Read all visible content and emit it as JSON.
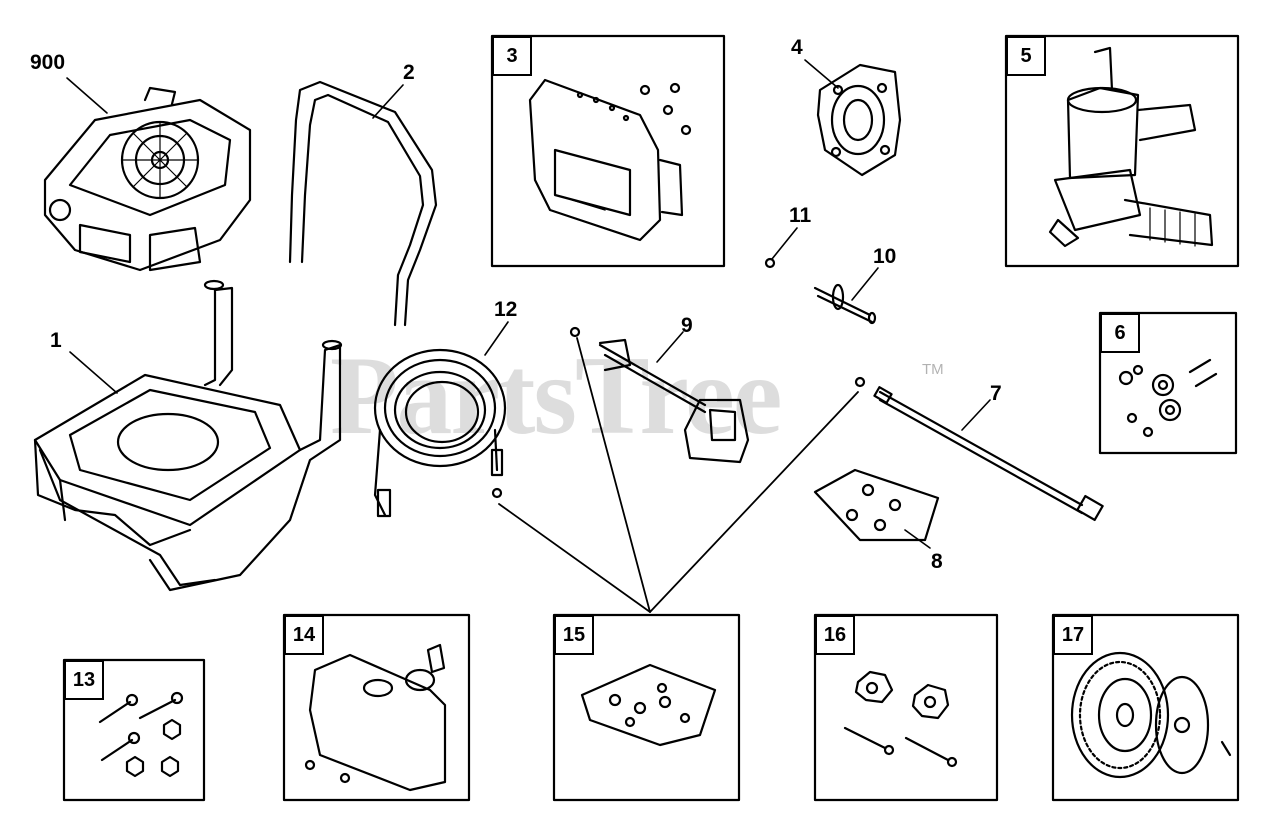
{
  "diagram": {
    "watermark": "PartsTree",
    "trademark": "TM",
    "callouts": [
      "900",
      "2",
      "4",
      "11",
      "10",
      "1",
      "12",
      "9",
      "7",
      "8"
    ],
    "box_labels": [
      "3",
      "5",
      "6",
      "13",
      "14",
      "15",
      "16",
      "17"
    ]
  }
}
